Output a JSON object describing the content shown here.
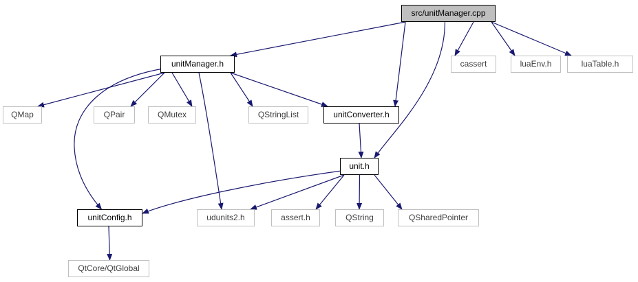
{
  "graph": {
    "title": "src/unitManager.cpp",
    "colors": {
      "edge": "#191970",
      "local_border": "#000000",
      "system_border": "#bfbfbf",
      "root_fill": "#bfbfbf"
    },
    "nodes": {
      "root": "src/unitManager.cpp",
      "unitManager_h": "unitManager.h",
      "cassert": "cassert",
      "luaEnv_h": "luaEnv.h",
      "luaTable_h": "luaTable.h",
      "QMap": "QMap",
      "QPair": "QPair",
      "QMutex": "QMutex",
      "QStringList": "QStringList",
      "unitConverter_h": "unitConverter.h",
      "unit_h": "unit.h",
      "unitConfig_h": "unitConfig.h",
      "udunits2_h": "udunits2.h",
      "assert_h": "assert.h",
      "QString": "QString",
      "QSharedPointer": "QSharedPointer",
      "QtGlobal": "QtCore/QtGlobal"
    },
    "edges": [
      [
        "root",
        "unitManager_h"
      ],
      [
        "root",
        "unitConverter_h"
      ],
      [
        "root",
        "unit_h"
      ],
      [
        "root",
        "cassert"
      ],
      [
        "root",
        "luaEnv_h"
      ],
      [
        "root",
        "luaTable_h"
      ],
      [
        "unitManager_h",
        "QMap"
      ],
      [
        "unitManager_h",
        "QPair"
      ],
      [
        "unitManager_h",
        "QMutex"
      ],
      [
        "unitManager_h",
        "QStringList"
      ],
      [
        "unitManager_h",
        "unitConverter_h"
      ],
      [
        "unitManager_h",
        "udunits2_h"
      ],
      [
        "unitManager_h",
        "unitConfig_h"
      ],
      [
        "unitConverter_h",
        "unit_h"
      ],
      [
        "unit_h",
        "unitConfig_h"
      ],
      [
        "unit_h",
        "udunits2_h"
      ],
      [
        "unit_h",
        "assert_h"
      ],
      [
        "unit_h",
        "QString"
      ],
      [
        "unit_h",
        "QSharedPointer"
      ],
      [
        "unitConfig_h",
        "QtGlobal"
      ]
    ]
  }
}
